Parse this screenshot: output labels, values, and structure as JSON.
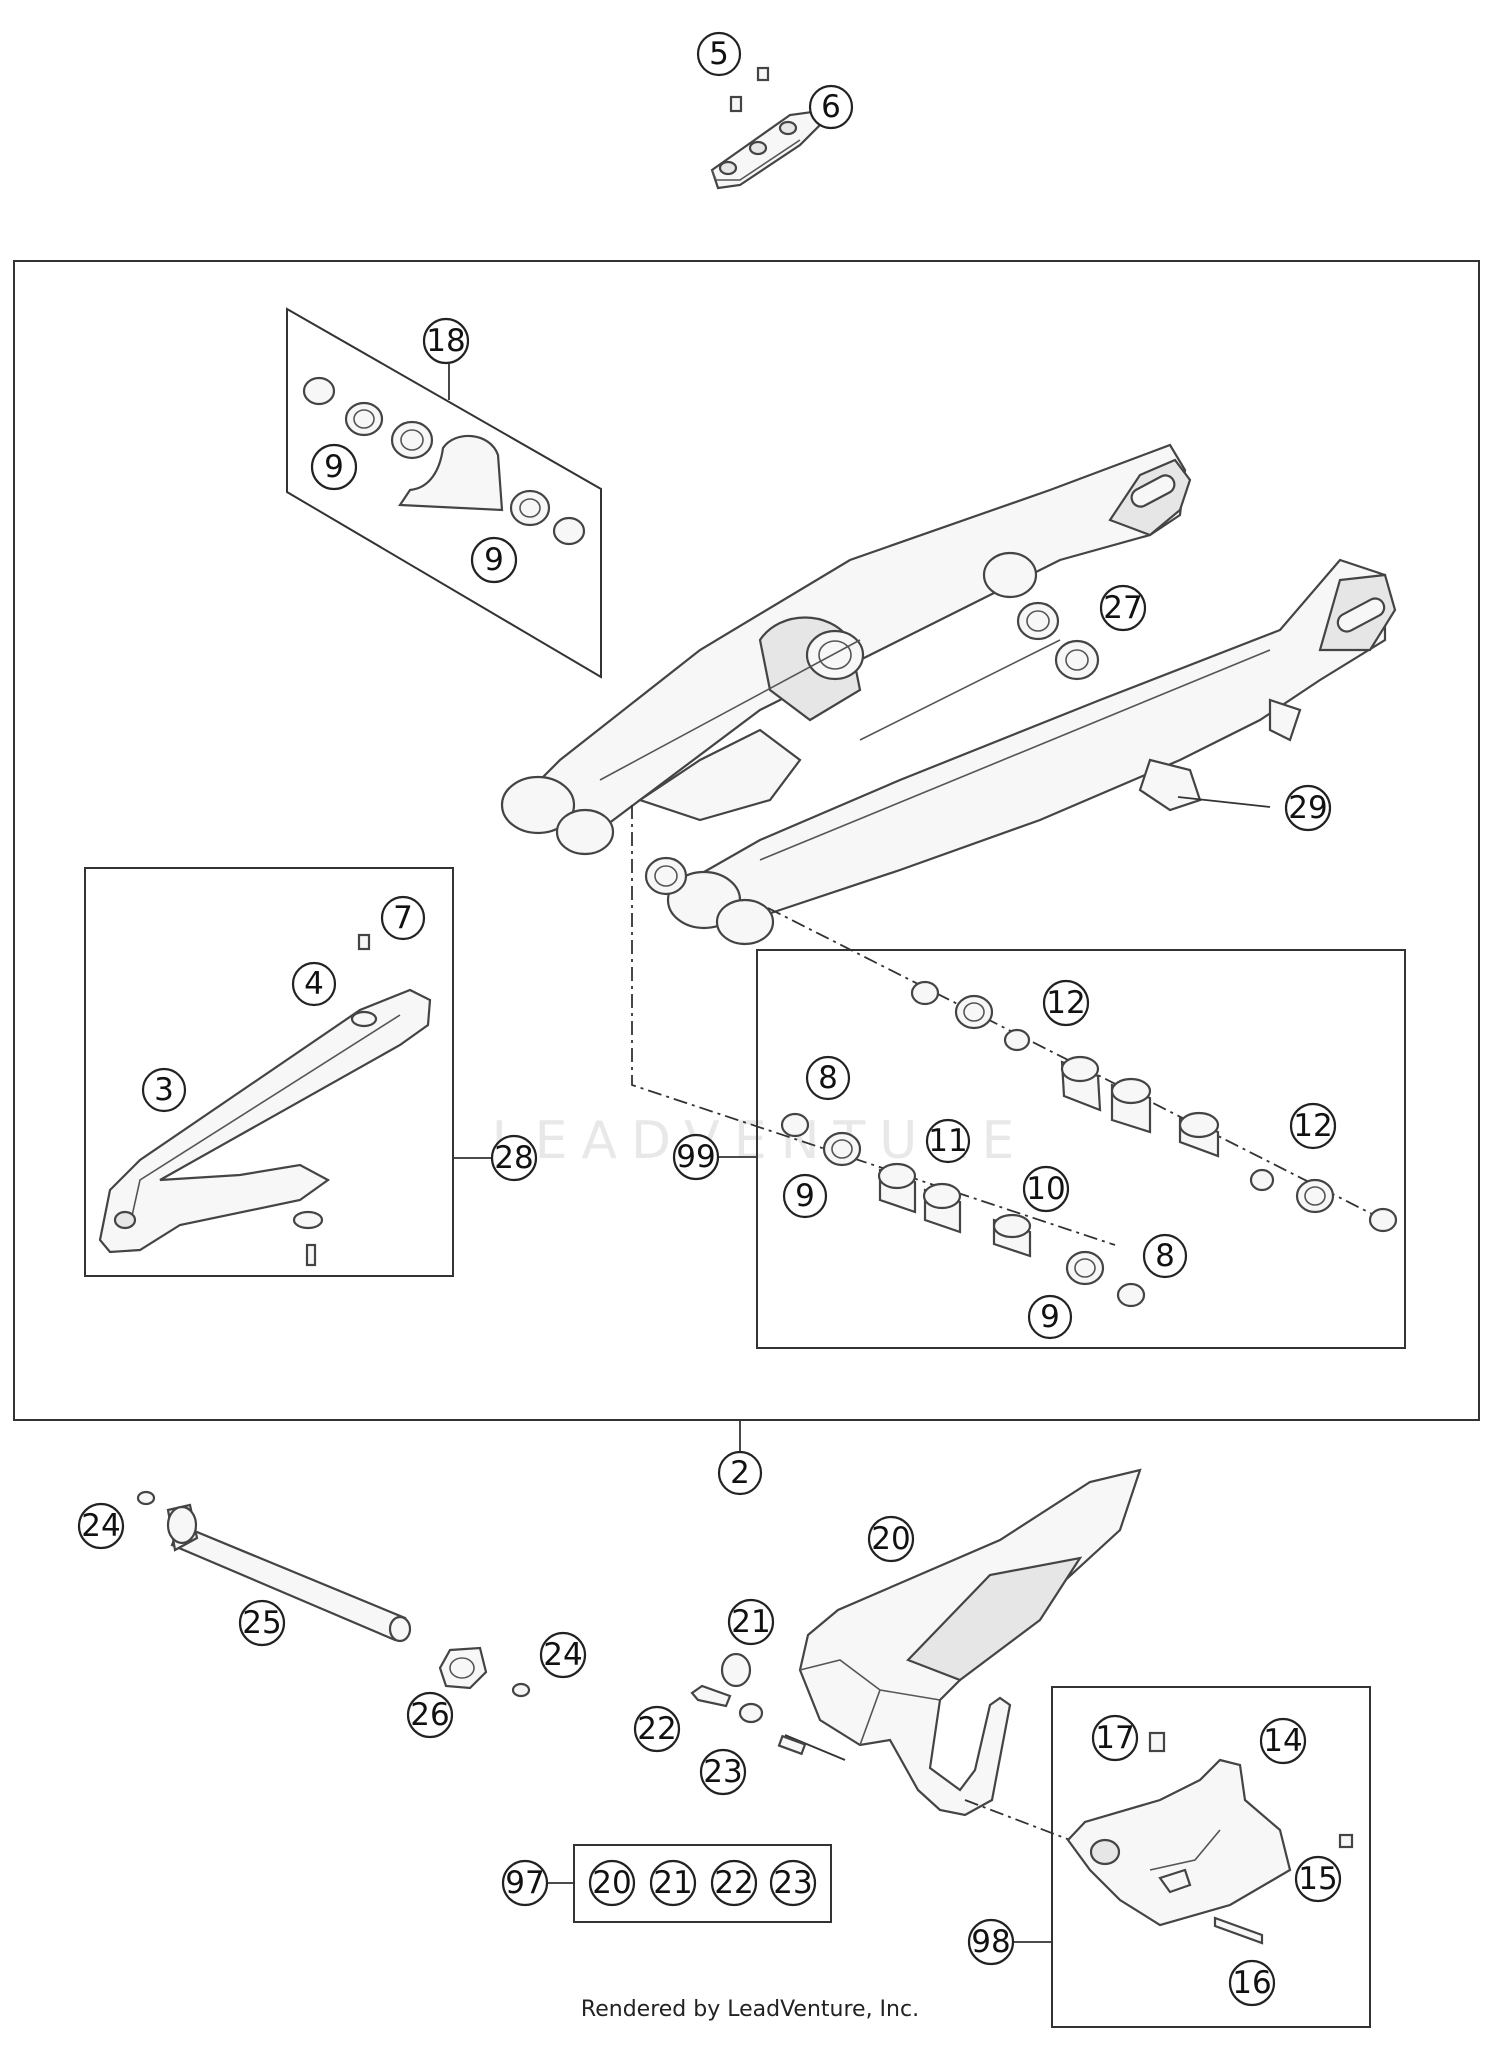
{
  "diagram": {
    "watermark": "LEADVENTURE",
    "footer": "Rendered by LeadVenture, Inc.",
    "callouts": {
      "c5": "5",
      "c6": "6",
      "c18": "18",
      "c9a": "9",
      "c9b": "9",
      "c27": "27",
      "c29": "29",
      "c7": "7",
      "c4": "4",
      "c3": "3",
      "c28": "28",
      "c12a": "12",
      "c8a": "8",
      "c99": "99",
      "c11": "11",
      "c9c": "9",
      "c10": "10",
      "c12b": "12",
      "c8b": "8",
      "c9d": "9",
      "c2": "2",
      "c24a": "24",
      "c20": "20",
      "c25": "25",
      "c21": "21",
      "c24b": "24",
      "c26": "26",
      "c22": "22",
      "c23": "23",
      "c17": "17",
      "c14": "14",
      "c15": "15",
      "c16": "16",
      "c97": "97",
      "k20": "20",
      "k21": "21",
      "k22": "22",
      "k23": "23",
      "c98": "98"
    }
  }
}
